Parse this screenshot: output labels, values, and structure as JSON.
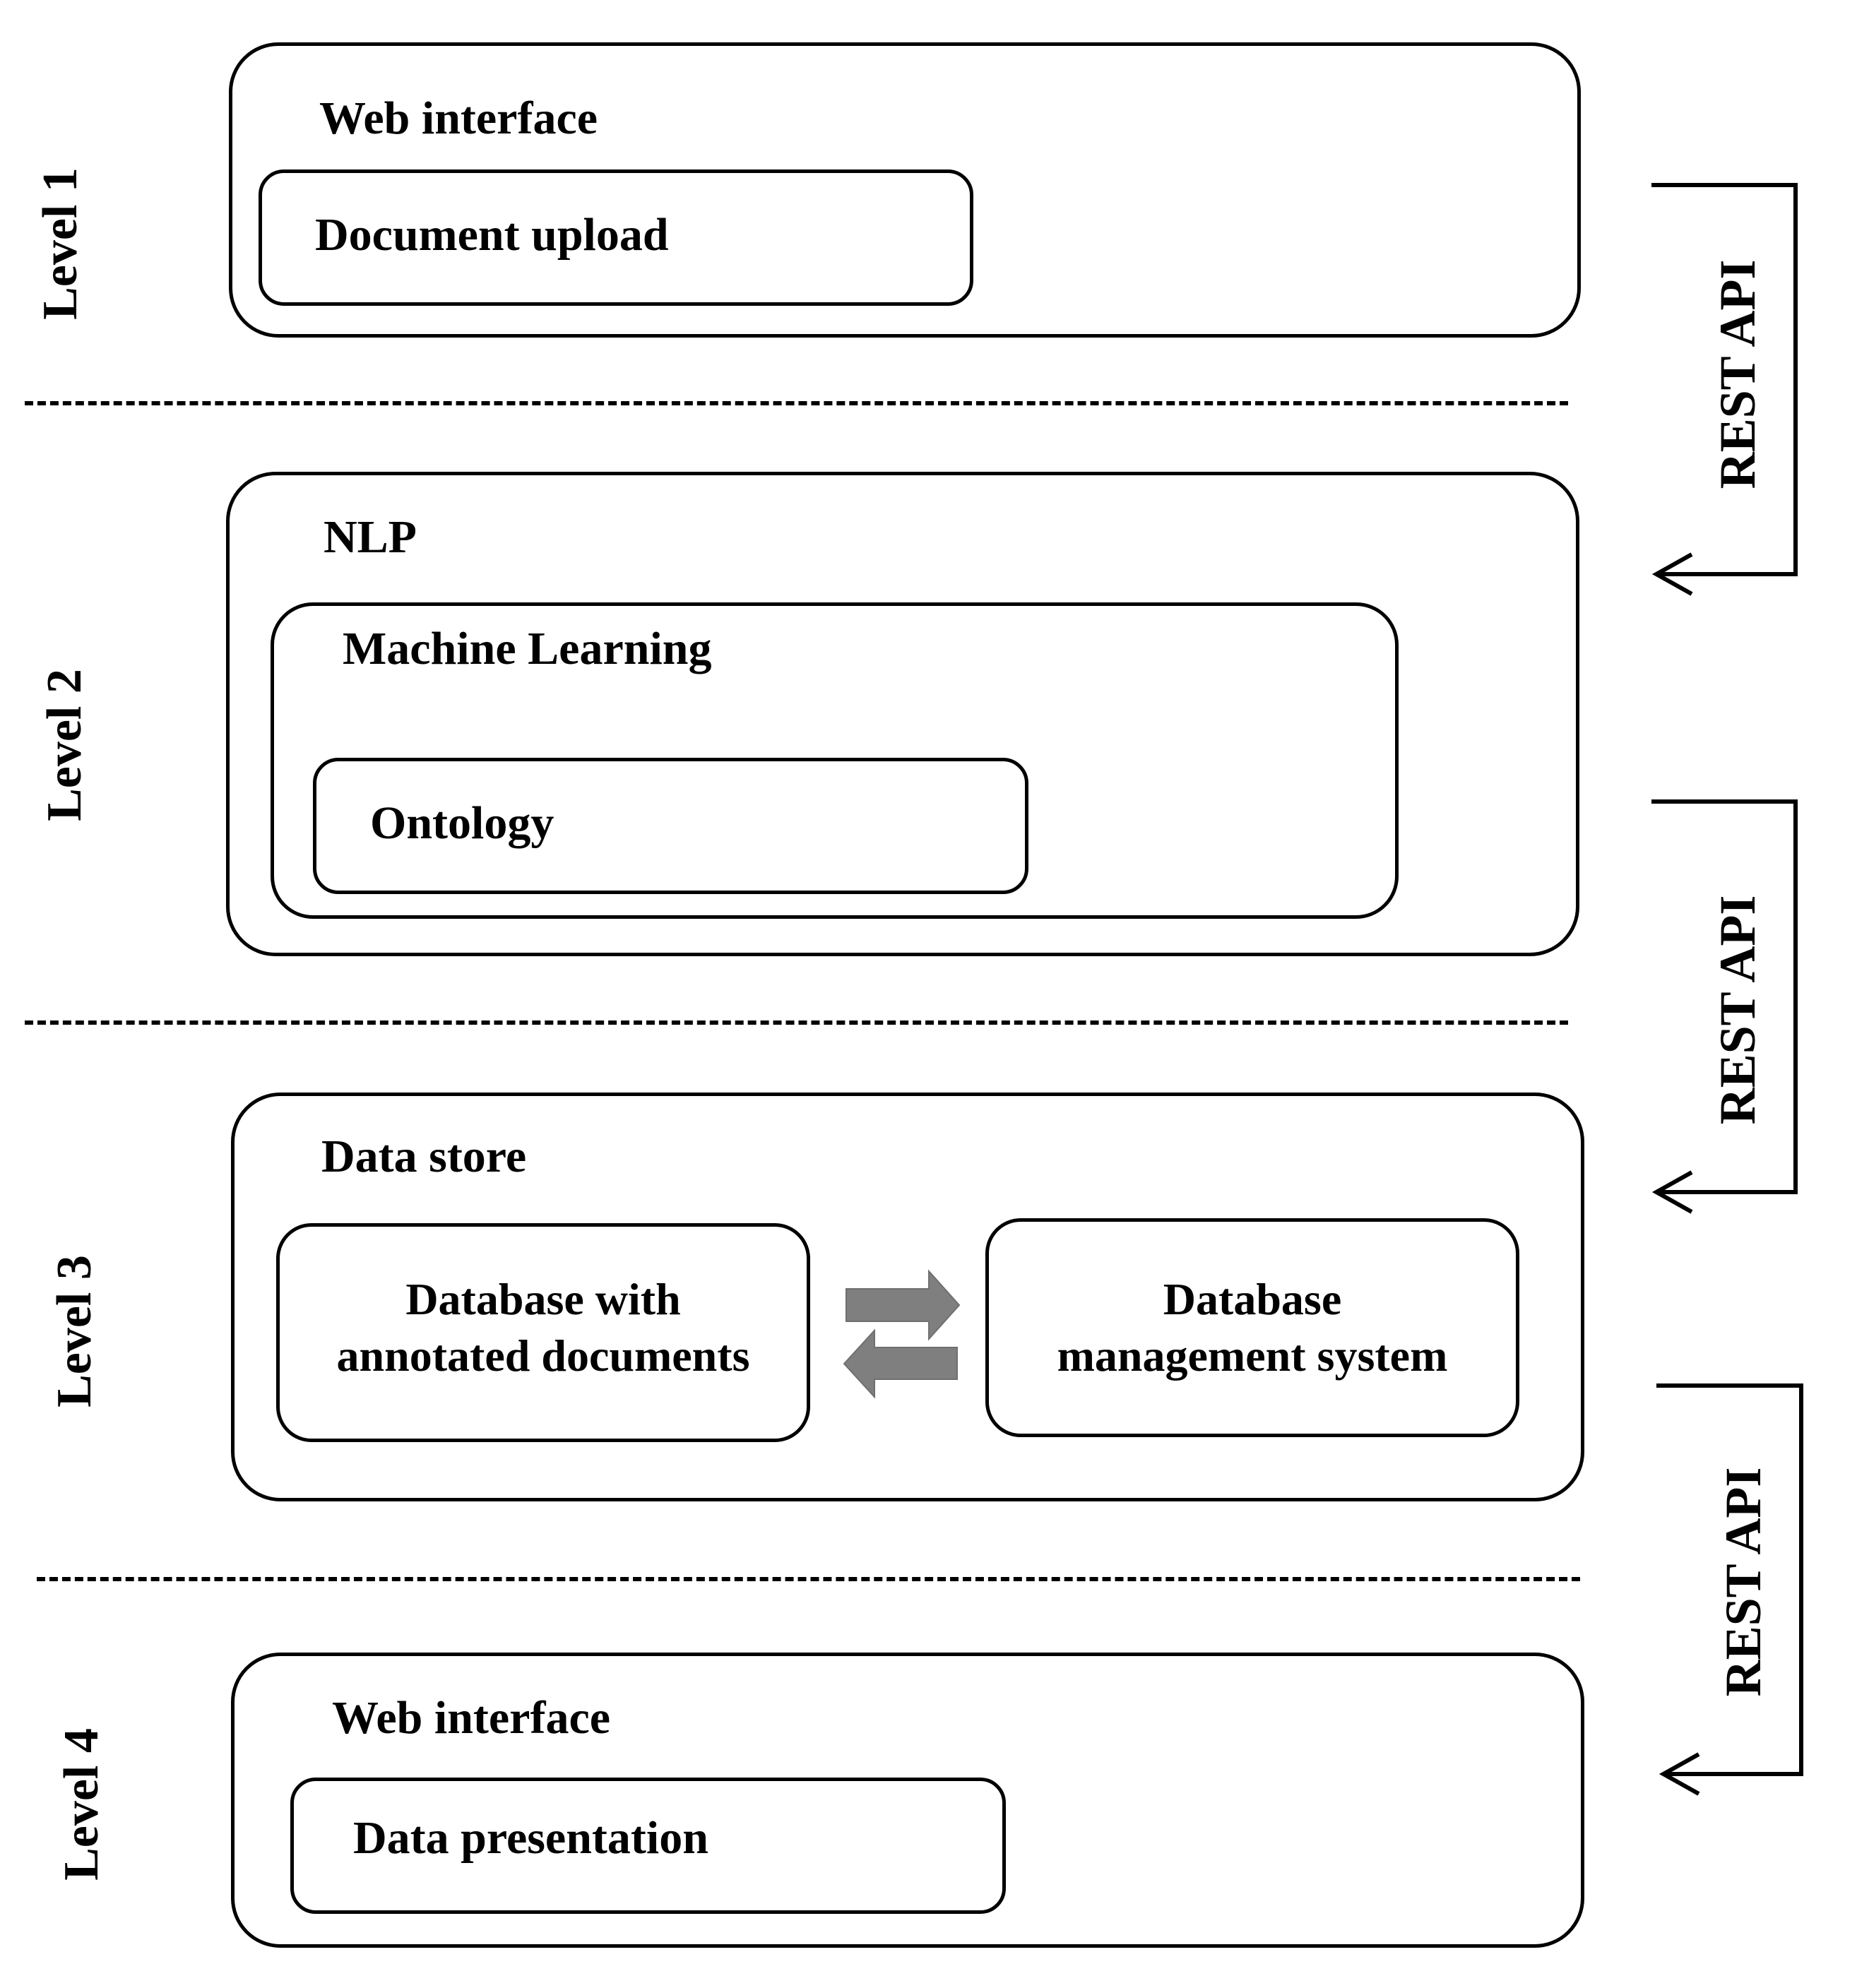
{
  "levels": {
    "l1": "Level 1",
    "l2": "Level 2",
    "l3": "Level 3",
    "l4": "Level 4"
  },
  "level1": {
    "title": "Web interface",
    "inner": "Document upload"
  },
  "level2": {
    "title": "NLP",
    "ml": "Machine Learning",
    "ontology": "Ontology"
  },
  "level3": {
    "title": "Data store",
    "db_line1": "Database with",
    "db_line2": "annotated documents",
    "dbms_line1": "Database",
    "dbms_line2": "management system"
  },
  "level4": {
    "title": "Web interface",
    "inner": "Data presentation"
  },
  "connectors": {
    "rest1": "REST API",
    "rest2": "REST API",
    "rest3": "REST API"
  },
  "colors": {
    "line": "#000000",
    "exchange_arrow": "#7f7f7f"
  }
}
